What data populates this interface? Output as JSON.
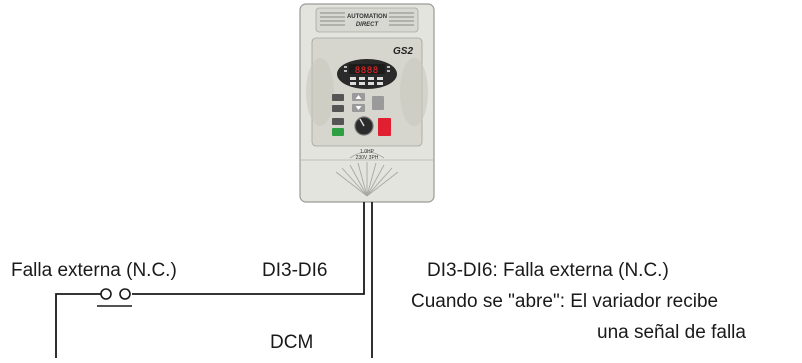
{
  "drive": {
    "brand_line1": "AUTOMATION",
    "brand_line2": "DIRECT",
    "model_logo": "GS2",
    "rating_line1": "1.0HP",
    "rating_line2": "230V 3PH",
    "display_value": "8888",
    "colors": {
      "body": "#e4e4de",
      "panel": "#d4d4cc",
      "display_bg": "#1c1c1c",
      "display_digits": "#ff2a2a",
      "run_button": "#2ea043",
      "stop_button": "#e02030"
    }
  },
  "labels": {
    "falla_externa": "Falla externa  (N.C.)",
    "di3_di6": "DI3-DI6",
    "dcm": "DCM",
    "desc_line1": "DI3-DI6: Falla externa (N.C.)",
    "desc_line2": "Cuando se \"abre\": El variador recibe",
    "desc_line3": "una señal de falla"
  },
  "wiring": {
    "contact_type": "normally-closed",
    "line_color": "#1a1a1a"
  }
}
